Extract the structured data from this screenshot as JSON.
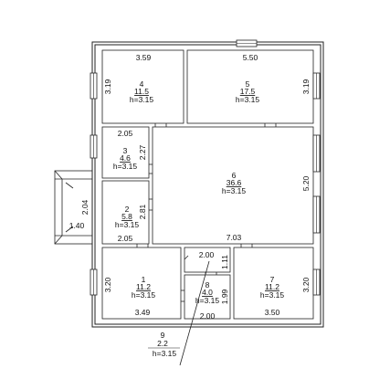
{
  "plan": {
    "rooms": [
      {
        "id": "r4",
        "number": "4",
        "area": "11.5",
        "height": "h=3.15",
        "width_label": "3.59",
        "depth_label": "3.19"
      },
      {
        "id": "r5",
        "number": "5",
        "area": "17.5",
        "height": "h=3.15",
        "width_label": "5.50",
        "depth_label": "3.19"
      },
      {
        "id": "r3",
        "number": "3",
        "area": "4.6",
        "height": "h=3.15",
        "width_label": "2.05",
        "depth_label": "2.27"
      },
      {
        "id": "r6",
        "number": "6",
        "area": "36.6",
        "height": "h=3.15",
        "width_label": "7.03",
        "depth_label": "5.20"
      },
      {
        "id": "r2",
        "number": "2",
        "area": "5.8",
        "height": "h=3.15",
        "width_label": "2.05",
        "depth_label": "2.81"
      },
      {
        "id": "r1",
        "number": "1",
        "area": "11.2",
        "height": "h=3.15",
        "width_label": "3.49",
        "depth_label": "3.20"
      },
      {
        "id": "r8",
        "number": "8",
        "area": "4.0",
        "height": "h=3.15",
        "width_label": "2.00",
        "width_label_2": "2.00",
        "depth_label": "1.99",
        "depth_label_2": "1.11"
      },
      {
        "id": "r7",
        "number": "7",
        "area": "11.2",
        "height": "h=3.15",
        "width_label": "3.50",
        "depth_label": "3.20"
      }
    ],
    "porch": {
      "width_label": "1.40",
      "depth_label": "2.04"
    },
    "callout": {
      "number": "9",
      "area": "2.2",
      "height": "h=3.15"
    }
  }
}
